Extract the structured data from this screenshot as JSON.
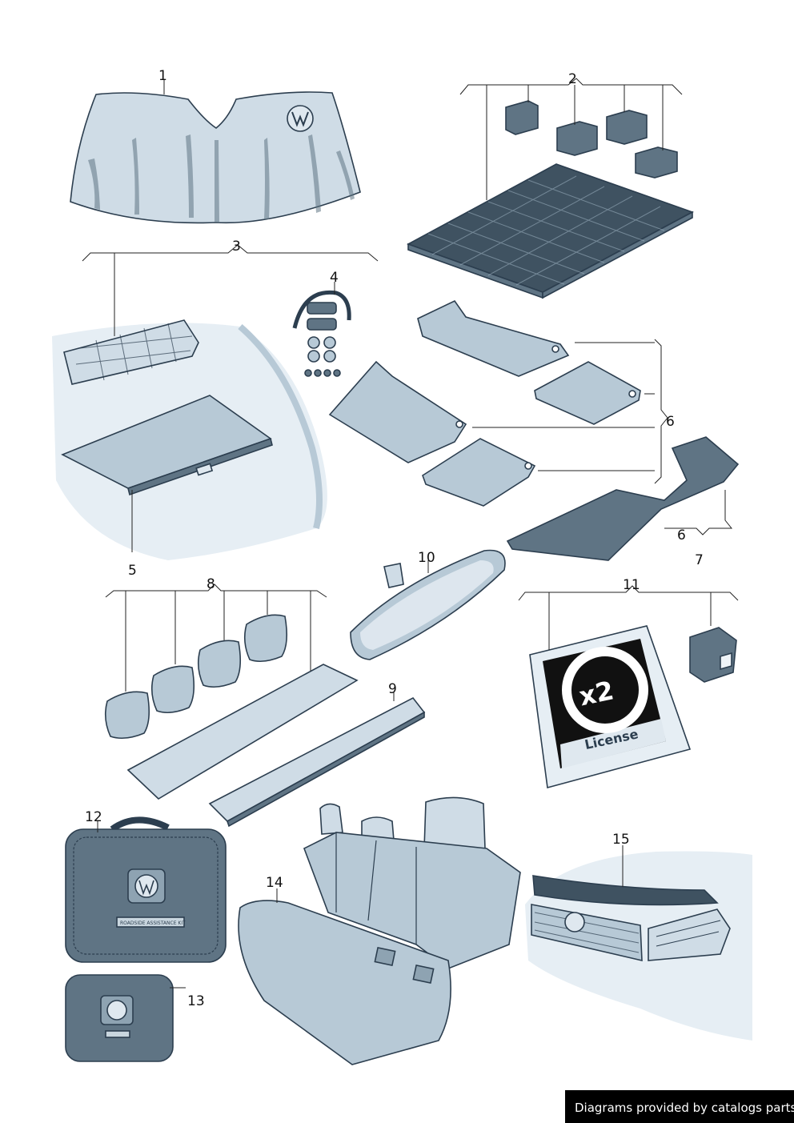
{
  "callouts": [
    {
      "id": "1",
      "label": "1"
    },
    {
      "id": "2",
      "label": "2"
    },
    {
      "id": "3",
      "label": "3"
    },
    {
      "id": "4",
      "label": "4"
    },
    {
      "id": "5",
      "label": "5"
    },
    {
      "id": "6a",
      "label": "6"
    },
    {
      "id": "6b",
      "label": "6"
    },
    {
      "id": "7",
      "label": "7"
    },
    {
      "id": "8",
      "label": "8"
    },
    {
      "id": "9",
      "label": "9"
    },
    {
      "id": "10",
      "label": "10"
    },
    {
      "id": "11",
      "label": "11"
    },
    {
      "id": "12",
      "label": "12"
    },
    {
      "id": "13",
      "label": "13"
    },
    {
      "id": "14",
      "label": "14"
    },
    {
      "id": "15",
      "label": "15"
    }
  ],
  "license": {
    "multiplier": "x2",
    "word": "License"
  },
  "kit_label": "ROADSIDE ASSISTANCE KIT",
  "footer": "Diagrams provided by catalogs parts",
  "colors": {
    "line": "#2c3e4f",
    "fill_light": "#cfdce6",
    "fill_mid": "#b7c9d6",
    "fill_dark": "#5f7484"
  }
}
